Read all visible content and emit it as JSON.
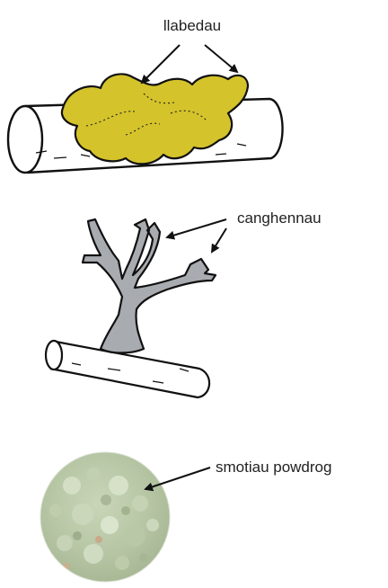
{
  "labels": {
    "top": "llabedau",
    "middle": "canghennau",
    "bottom": "smotiau powdrog"
  },
  "colors": {
    "foliose": "#d4c32a",
    "fruticose": "#a8abaf",
    "powdery": "#b7c6a8",
    "outline": "#111111",
    "branch_fill": "#ffffff",
    "text": "#222222"
  },
  "panels": [
    {
      "name": "foliose-lichen",
      "label_key": "top"
    },
    {
      "name": "fruticose-lichen",
      "label_key": "middle"
    },
    {
      "name": "crustose-powdery-lichen",
      "label_key": "bottom"
    }
  ]
}
